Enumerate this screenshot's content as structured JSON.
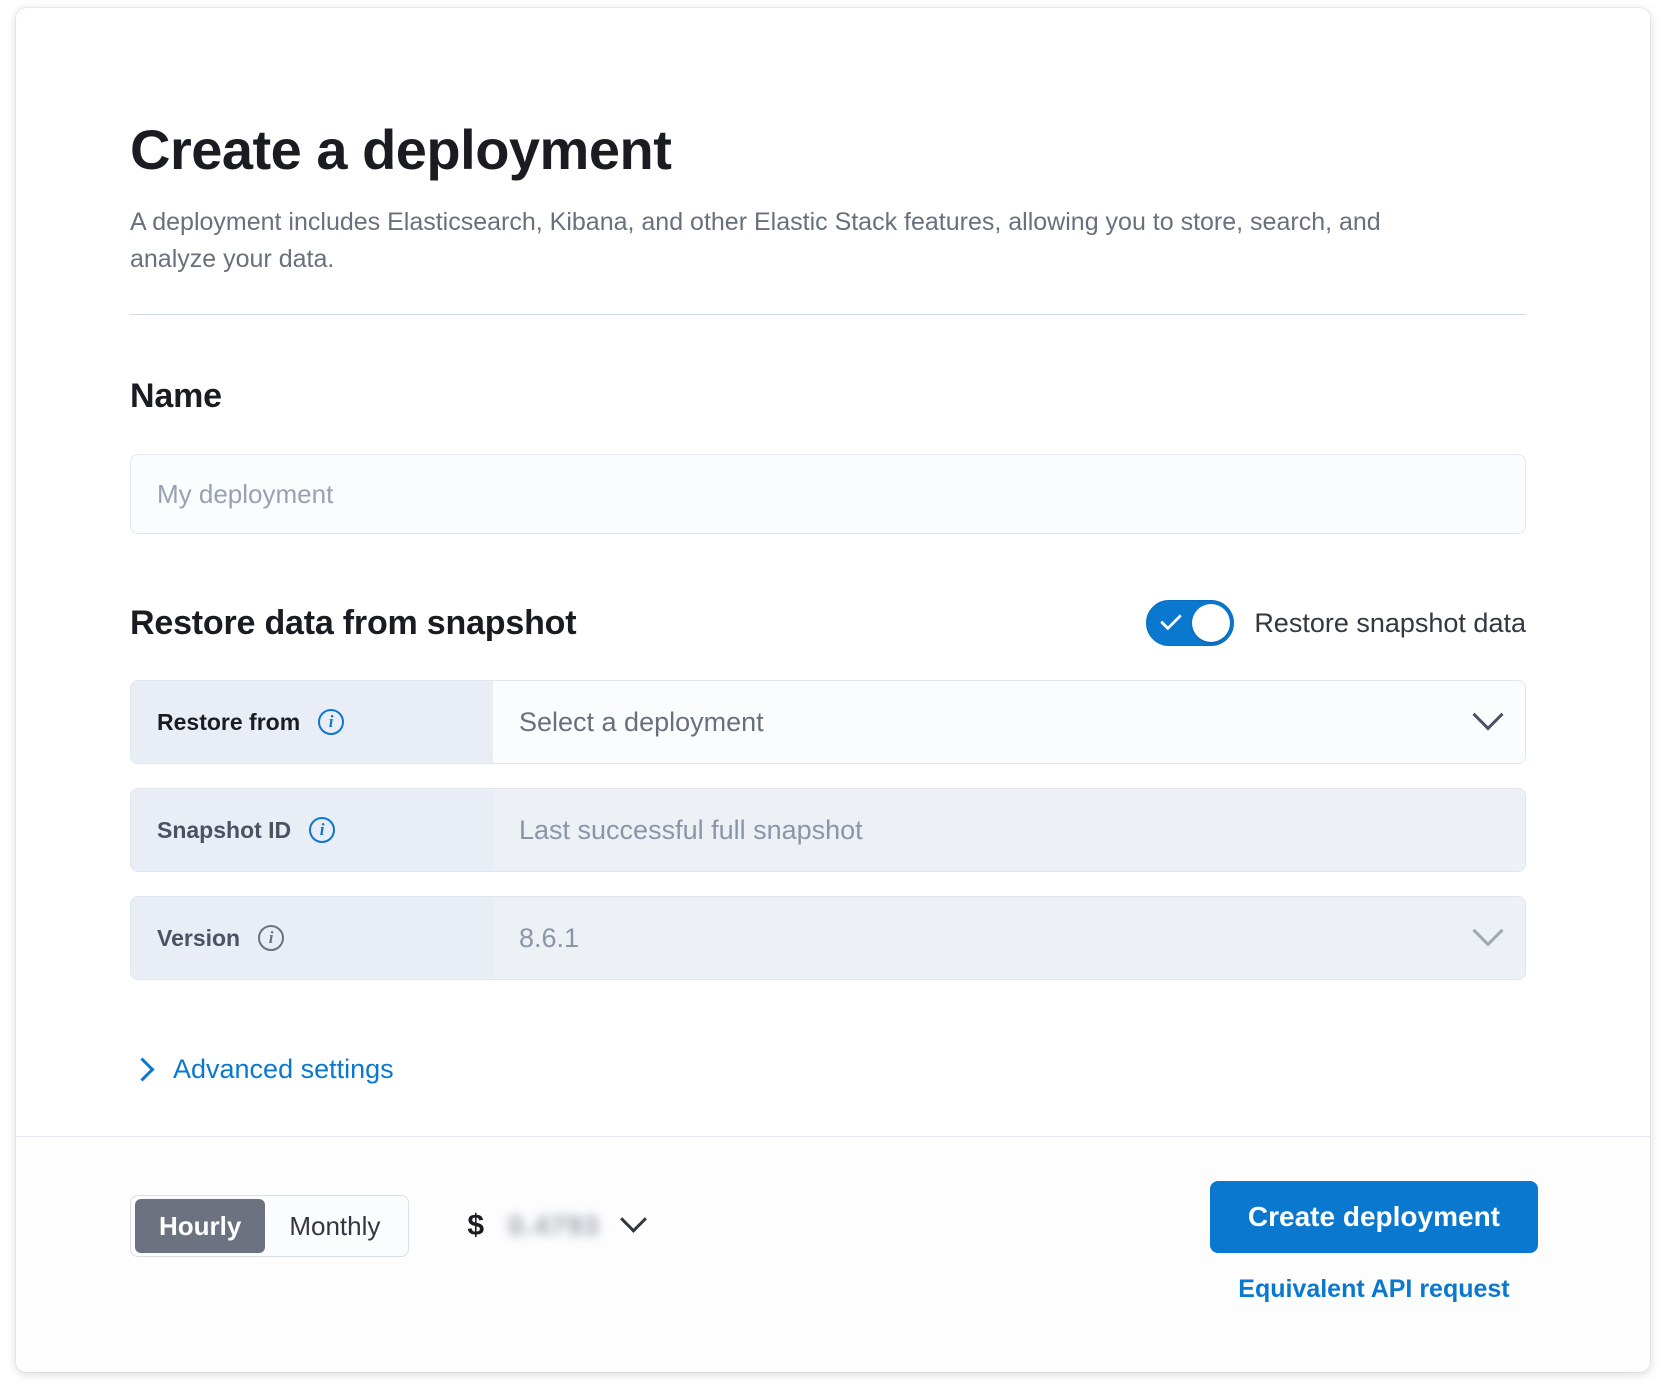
{
  "header": {
    "title": "Create a deployment",
    "subtitle": "A deployment includes Elasticsearch, Kibana, and other Elastic Stack features, allowing you to store, search, and analyze your data."
  },
  "name_section": {
    "heading": "Name",
    "placeholder": "My deployment",
    "value": ""
  },
  "restore_section": {
    "heading": "Restore data from snapshot",
    "toggle_label": "Restore snapshot data",
    "toggle_on": true,
    "rows": [
      {
        "label": "Restore from",
        "value": "Select a deployment",
        "is_placeholder": true,
        "disabled": false,
        "control": "dropdown",
        "info_icon": "info-icon"
      },
      {
        "label": "Snapshot ID",
        "value": "Last successful full snapshot",
        "is_placeholder": true,
        "disabled": true,
        "control": "text",
        "info_icon": "info-icon"
      },
      {
        "label": "Version",
        "value": "8.6.1",
        "is_placeholder": false,
        "disabled": true,
        "control": "dropdown",
        "info_icon": "info-icon"
      }
    ]
  },
  "advanced": {
    "label": "Advanced settings",
    "icon": "chevron-right-icon",
    "expanded": false
  },
  "footer": {
    "billing_options": [
      {
        "label": "Hourly",
        "selected": true
      },
      {
        "label": "Monthly",
        "selected": false
      }
    ],
    "price_currency": "$",
    "price_value": "0.4793",
    "price_redacted": true,
    "price_chevron": "chevron-down-icon",
    "create_button": "Create deployment",
    "api_link": "Equivalent API request"
  },
  "colors": {
    "accent": "#0b78d0",
    "text": "#1a1c21",
    "muted": "#69707d",
    "label_bg": "#e9edf5",
    "field_bg": "#fbfcfd",
    "disabled_bg": "#edf1f6",
    "segment_active": "#6c727f"
  }
}
